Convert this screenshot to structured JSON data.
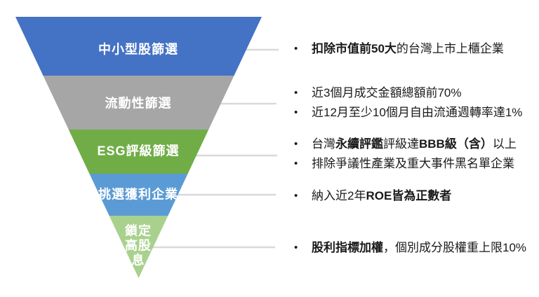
{
  "colors": {
    "connector": "#D9D9D9",
    "text": "#1a1a1a",
    "label": "#ffffff"
  },
  "funnel": {
    "bands": [
      {
        "label": "中小型股篩選",
        "color": "#4472C4"
      },
      {
        "label": "流動性篩選",
        "color": "#A6A6A6"
      },
      {
        "label": "ESG評級篩選",
        "color": "#70AD47"
      },
      {
        "label": "挑選獲利企業",
        "color": "#5B9BD5"
      },
      {
        "label": "鎖定高股息",
        "color": "#A9D18E"
      }
    ]
  },
  "bullets": {
    "marker": "•",
    "groups": [
      {
        "rows": [
          {
            "segs": [
              {
                "t": "扣除市值前50大"
              },
              {
                "t": "的台灣上市上櫃企業"
              }
            ]
          }
        ]
      },
      {
        "rows": [
          {
            "segs": [
              {
                "t": "近3個月成交金額總額前70%"
              }
            ]
          },
          {
            "segs": [
              {
                "t": "近12月至少10個月自由流通週轉率達1%"
              }
            ]
          }
        ]
      },
      {
        "rows": [
          {
            "segs": [
              {
                "t": "台灣"
              },
              {
                "t": "永續評鑑"
              },
              {
                "t": "評級達"
              },
              {
                "t": "BBB級（含）"
              },
              {
                "t": "以上"
              }
            ]
          },
          {
            "segs": [
              {
                "t": "排除爭議性產業及重大事件黑名單企業"
              }
            ]
          }
        ]
      },
      {
        "rows": [
          {
            "segs": [
              {
                "t": "納入近2年"
              },
              {
                "t": "ROE皆為正數者"
              }
            ]
          }
        ]
      },
      {
        "rows": [
          {
            "segs": [
              {
                "t": "股利指標加權"
              },
              {
                "t": "，個別成分股權重上限10%"
              }
            ]
          }
        ]
      }
    ]
  }
}
